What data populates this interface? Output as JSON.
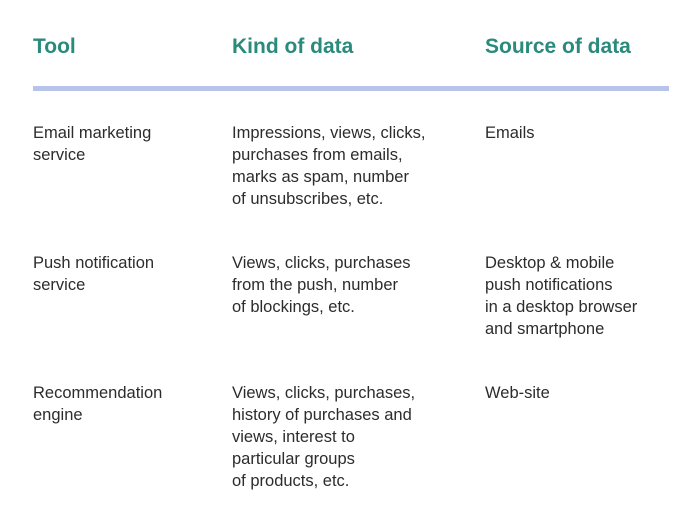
{
  "header": {
    "tool": "Tool",
    "kind_of_data": "Kind of data",
    "source_of_data": "Source of data"
  },
  "colors": {
    "header_text": "#2a8a7c",
    "divider": "#b7c3e8",
    "body_text": "#2c2c2c"
  },
  "rows": [
    {
      "tool": "Email marketing\nservice",
      "kind": "Impressions, views, clicks,\npurchases from emails,\nmarks as spam, number\nof unsubscribes, etc.",
      "source": "Emails"
    },
    {
      "tool": "Push notification\nservice",
      "kind": "Views, clicks, purchases\nfrom the push, number\nof blockings, etc.",
      "source": "Desktop & mobile\npush notifications\nin a desktop browser\nand smartphone"
    },
    {
      "tool": "Recommendation\nengine",
      "kind": "Views, clicks, purchases,\nhistory of purchases and\nviews, interest to\nparticular groups\nof products, etc.",
      "source": "Web-site"
    }
  ]
}
